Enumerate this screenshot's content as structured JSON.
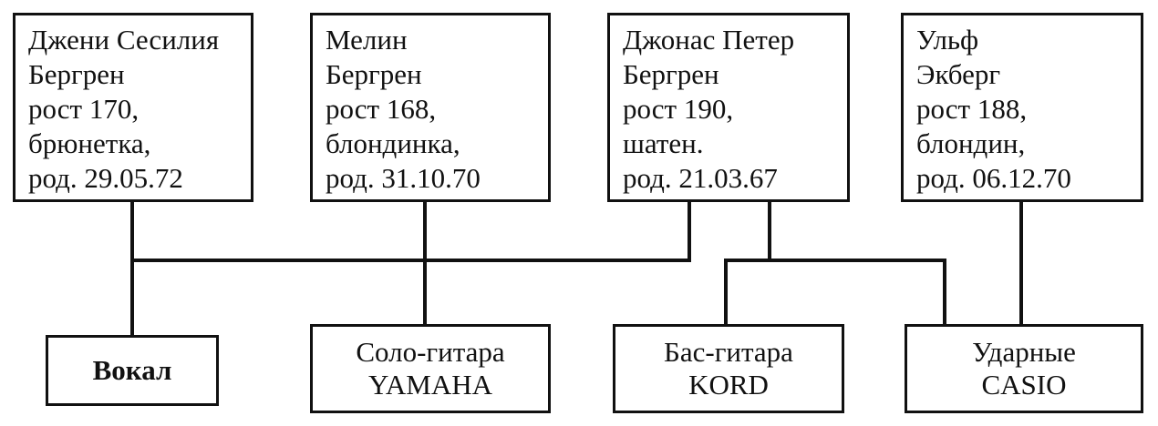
{
  "people": [
    {
      "id": "jenny",
      "lines": [
        "Джени Сесилия",
        "Бергрен",
        "рост 170,",
        "брюнетка,",
        "род. 29.05.72"
      ]
    },
    {
      "id": "malin",
      "lines": [
        "Мелин",
        "Бергрен",
        "рост 168,",
        "блондинка,",
        "род. 31.10.70"
      ]
    },
    {
      "id": "jonas",
      "lines": [
        "Джонас Петер",
        "Бергрен",
        "рост 190,",
        "шатен.",
        "род. 21.03.67"
      ]
    },
    {
      "id": "ulf",
      "lines": [
        "Ульф",
        "Экберг",
        "рост 188,",
        "блондин,",
        "род. 06.12.70"
      ]
    }
  ],
  "instruments": [
    {
      "id": "vocal",
      "lines": [
        "Вокал"
      ]
    },
    {
      "id": "solo-guitar",
      "lines": [
        "Соло-гитара",
        "YAMAHA"
      ]
    },
    {
      "id": "bass-guitar",
      "lines": [
        "Бас-гитара",
        "KORD"
      ]
    },
    {
      "id": "drums",
      "lines": [
        "Ударные",
        "CASIO"
      ]
    }
  ]
}
